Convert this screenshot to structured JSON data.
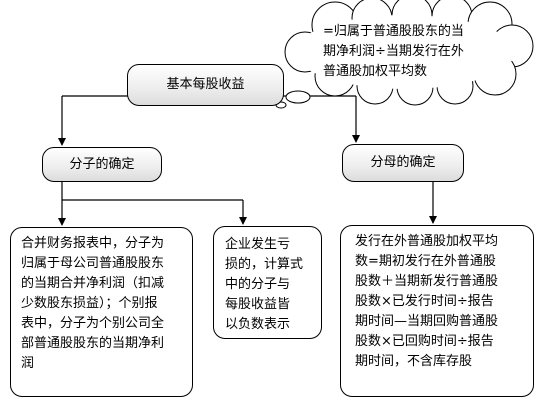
{
  "root": {
    "label": "基本每股收益"
  },
  "formula_callout": {
    "text": "=归属于普通股股东的当\n期净利润÷当期发行在外\n普通股加权平均数"
  },
  "numerator": {
    "label": "分子的确定",
    "details": [
      {
        "text": "合并财务报表中，分子为\n归属于母公司普通股股东\n的当期合并净利润（扣减\n少数股东损益）；个别报\n表中，分子为个别公司全\n部普通股股东的当期净利\n润"
      },
      {
        "text": "企业发生亏\n损的，计算式\n中的分子与\n每股收益皆\n以负数表示"
      }
    ]
  },
  "denominator": {
    "label": "分母的确定",
    "detail": {
      "text": "发行在外普通股加权平均\n数=期初发行在外普通股\n股数＋当期新发行普通股\n股数×已发行时间÷报告\n期时间—当期回购普通股\n股数×已回购时间÷报告\n期时间，不含库存股"
    }
  }
}
